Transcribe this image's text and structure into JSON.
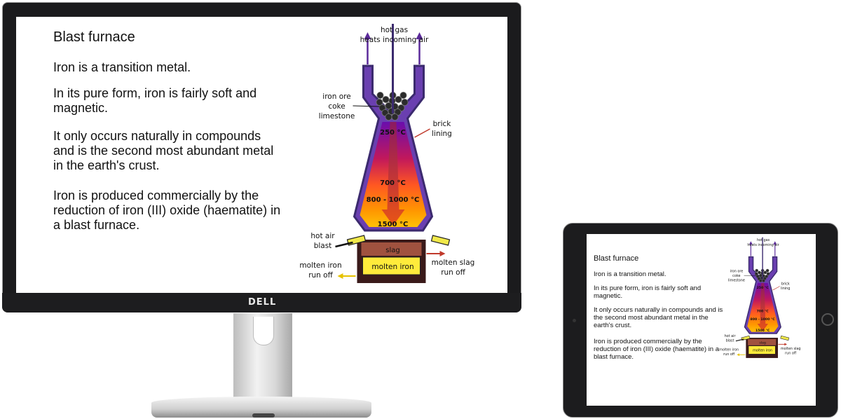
{
  "device_brand": "DELL",
  "slide": {
    "title": "Blast furnace",
    "paragraphs": [
      "Iron is a transition metal.",
      "In its pure form, iron is fairly soft and magnetic.",
      "It only occurs naturally in compounds and is the second most abundant metal in the earth's crust.",
      "Iron is produced commercially by the reduction of iron (III) oxide (haematite) in a blast furnace."
    ],
    "diagram": {
      "hot_gas": "hot gas",
      "heats_incoming_air": "heats incoming air",
      "iron_ore": "iron ore",
      "coke": "coke",
      "limestone": "limestone",
      "brick": "brick",
      "lining": "lining",
      "t250": "250 °C",
      "t700": "700 °C",
      "t800": "800 - 1000 °C",
      "t1500": "1500 °C",
      "hot_air": "hot air",
      "blast": "blast",
      "slag": "slag",
      "molten_iron": "molten iron",
      "molten_slag": "molten slag",
      "run_off": "run off",
      "molten_iron_left": "molten iron",
      "run_off_left": "run off"
    }
  },
  "colors": {
    "furnace_outline": "#3b2a6e",
    "brick_lining": "#6a3fb0",
    "slag": "#a0523f",
    "molten_iron": "#ffeb3b",
    "arrow_purple": "#5b2a9a",
    "arrow_red": "#c0392b",
    "arrow_yellow": "#e6c200"
  }
}
